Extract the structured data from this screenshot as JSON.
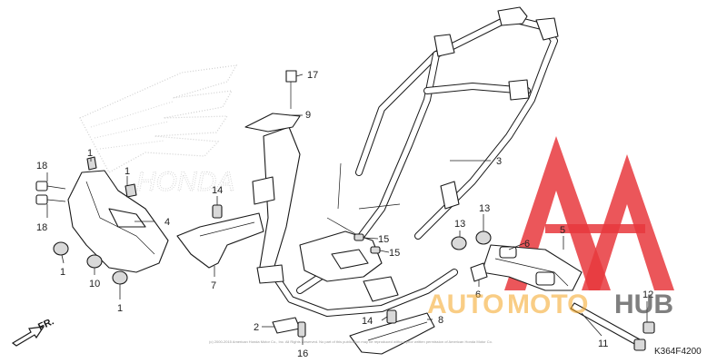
{
  "callouts": {
    "c1a": "1",
    "c1b": "1",
    "c1c": "1",
    "c1d": "1",
    "c2": "2",
    "c3": "3",
    "c4": "4",
    "c5": "5",
    "c6a": "6",
    "c6b": "6",
    "c7": "7",
    "c8": "8",
    "c9": "9",
    "c10": "10",
    "c11": "11",
    "c12": "12",
    "c13a": "13",
    "c13b": "13",
    "c14a": "14",
    "c14b": "14",
    "c15a": "15",
    "c15b": "15",
    "c16": "16",
    "c17": "17",
    "c18a": "18",
    "c18b": "18"
  },
  "brand_logo": {
    "wordmark": "HONDA"
  },
  "watermark": {
    "part1": "AUTO",
    "part2": "MOTO",
    "part3": "HUB",
    "color_red": "#e8383d",
    "color_orange": "#f5a623",
    "color_grey": "#555555"
  },
  "diagram_code": "K364F4200",
  "front_marker": "FR.",
  "copyright": "(c) 2000-2015 American Honda Motor Co., Inc. All Rights Reserved. No part of this publication may be reproduced without prior written permission of American Honda Motor Co."
}
